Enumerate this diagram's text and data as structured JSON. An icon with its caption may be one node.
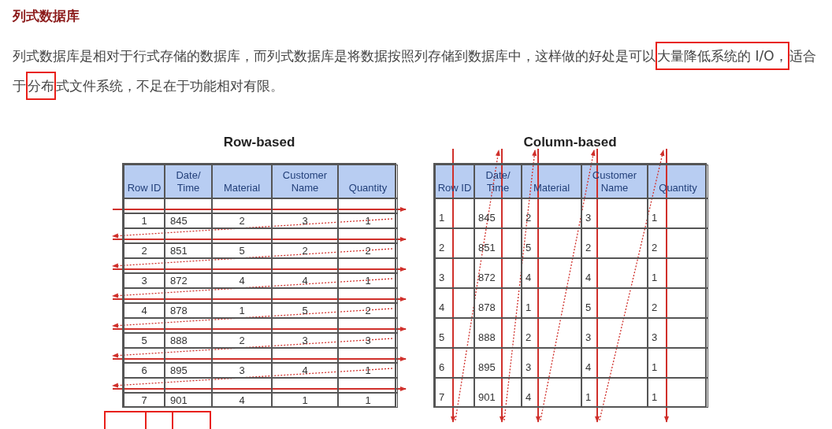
{
  "diagram": {
    "title": "列式数据库",
    "labels": [
      "列式数据库是相对于行式存储的数据库，而列式数据库是将数据按照列存储到数据库中，这样做的好处是可以",
      "大量降低系统的 I/O，",
      "适合于",
      "分布",
      "式文件系统，不足在于功能相对有限。",
      "Row-based",
      "Row ID",
      "Date/ Time",
      "Material",
      "Customer Name",
      "Quantity",
      "1",
      "845",
      "2",
      "3",
      "1",
      "2",
      "851",
      "5",
      "2",
      "2",
      "3",
      "872",
      "4",
      "4",
      "1",
      "4",
      "878",
      "1",
      "5",
      "2",
      "5",
      "888",
      "2",
      "3",
      "3",
      "6",
      "895",
      "3",
      "4",
      "1",
      "7",
      "901",
      "4",
      "1",
      "1",
      "Column-based",
      "Row ID",
      "Date/ Time",
      "Material",
      "Customer Name",
      "Quantity",
      "1",
      "845",
      "2",
      "3",
      "1",
      "2",
      "851",
      "5",
      "2",
      "2",
      "3",
      "872",
      "4",
      "4",
      "1",
      "4",
      "878",
      "1",
      "5",
      "2",
      "5",
      "888",
      "2",
      "3",
      "3",
      "6",
      "895",
      "3",
      "4",
      "1",
      "7",
      "901",
      "4",
      "1",
      "1"
    ]
  }
}
